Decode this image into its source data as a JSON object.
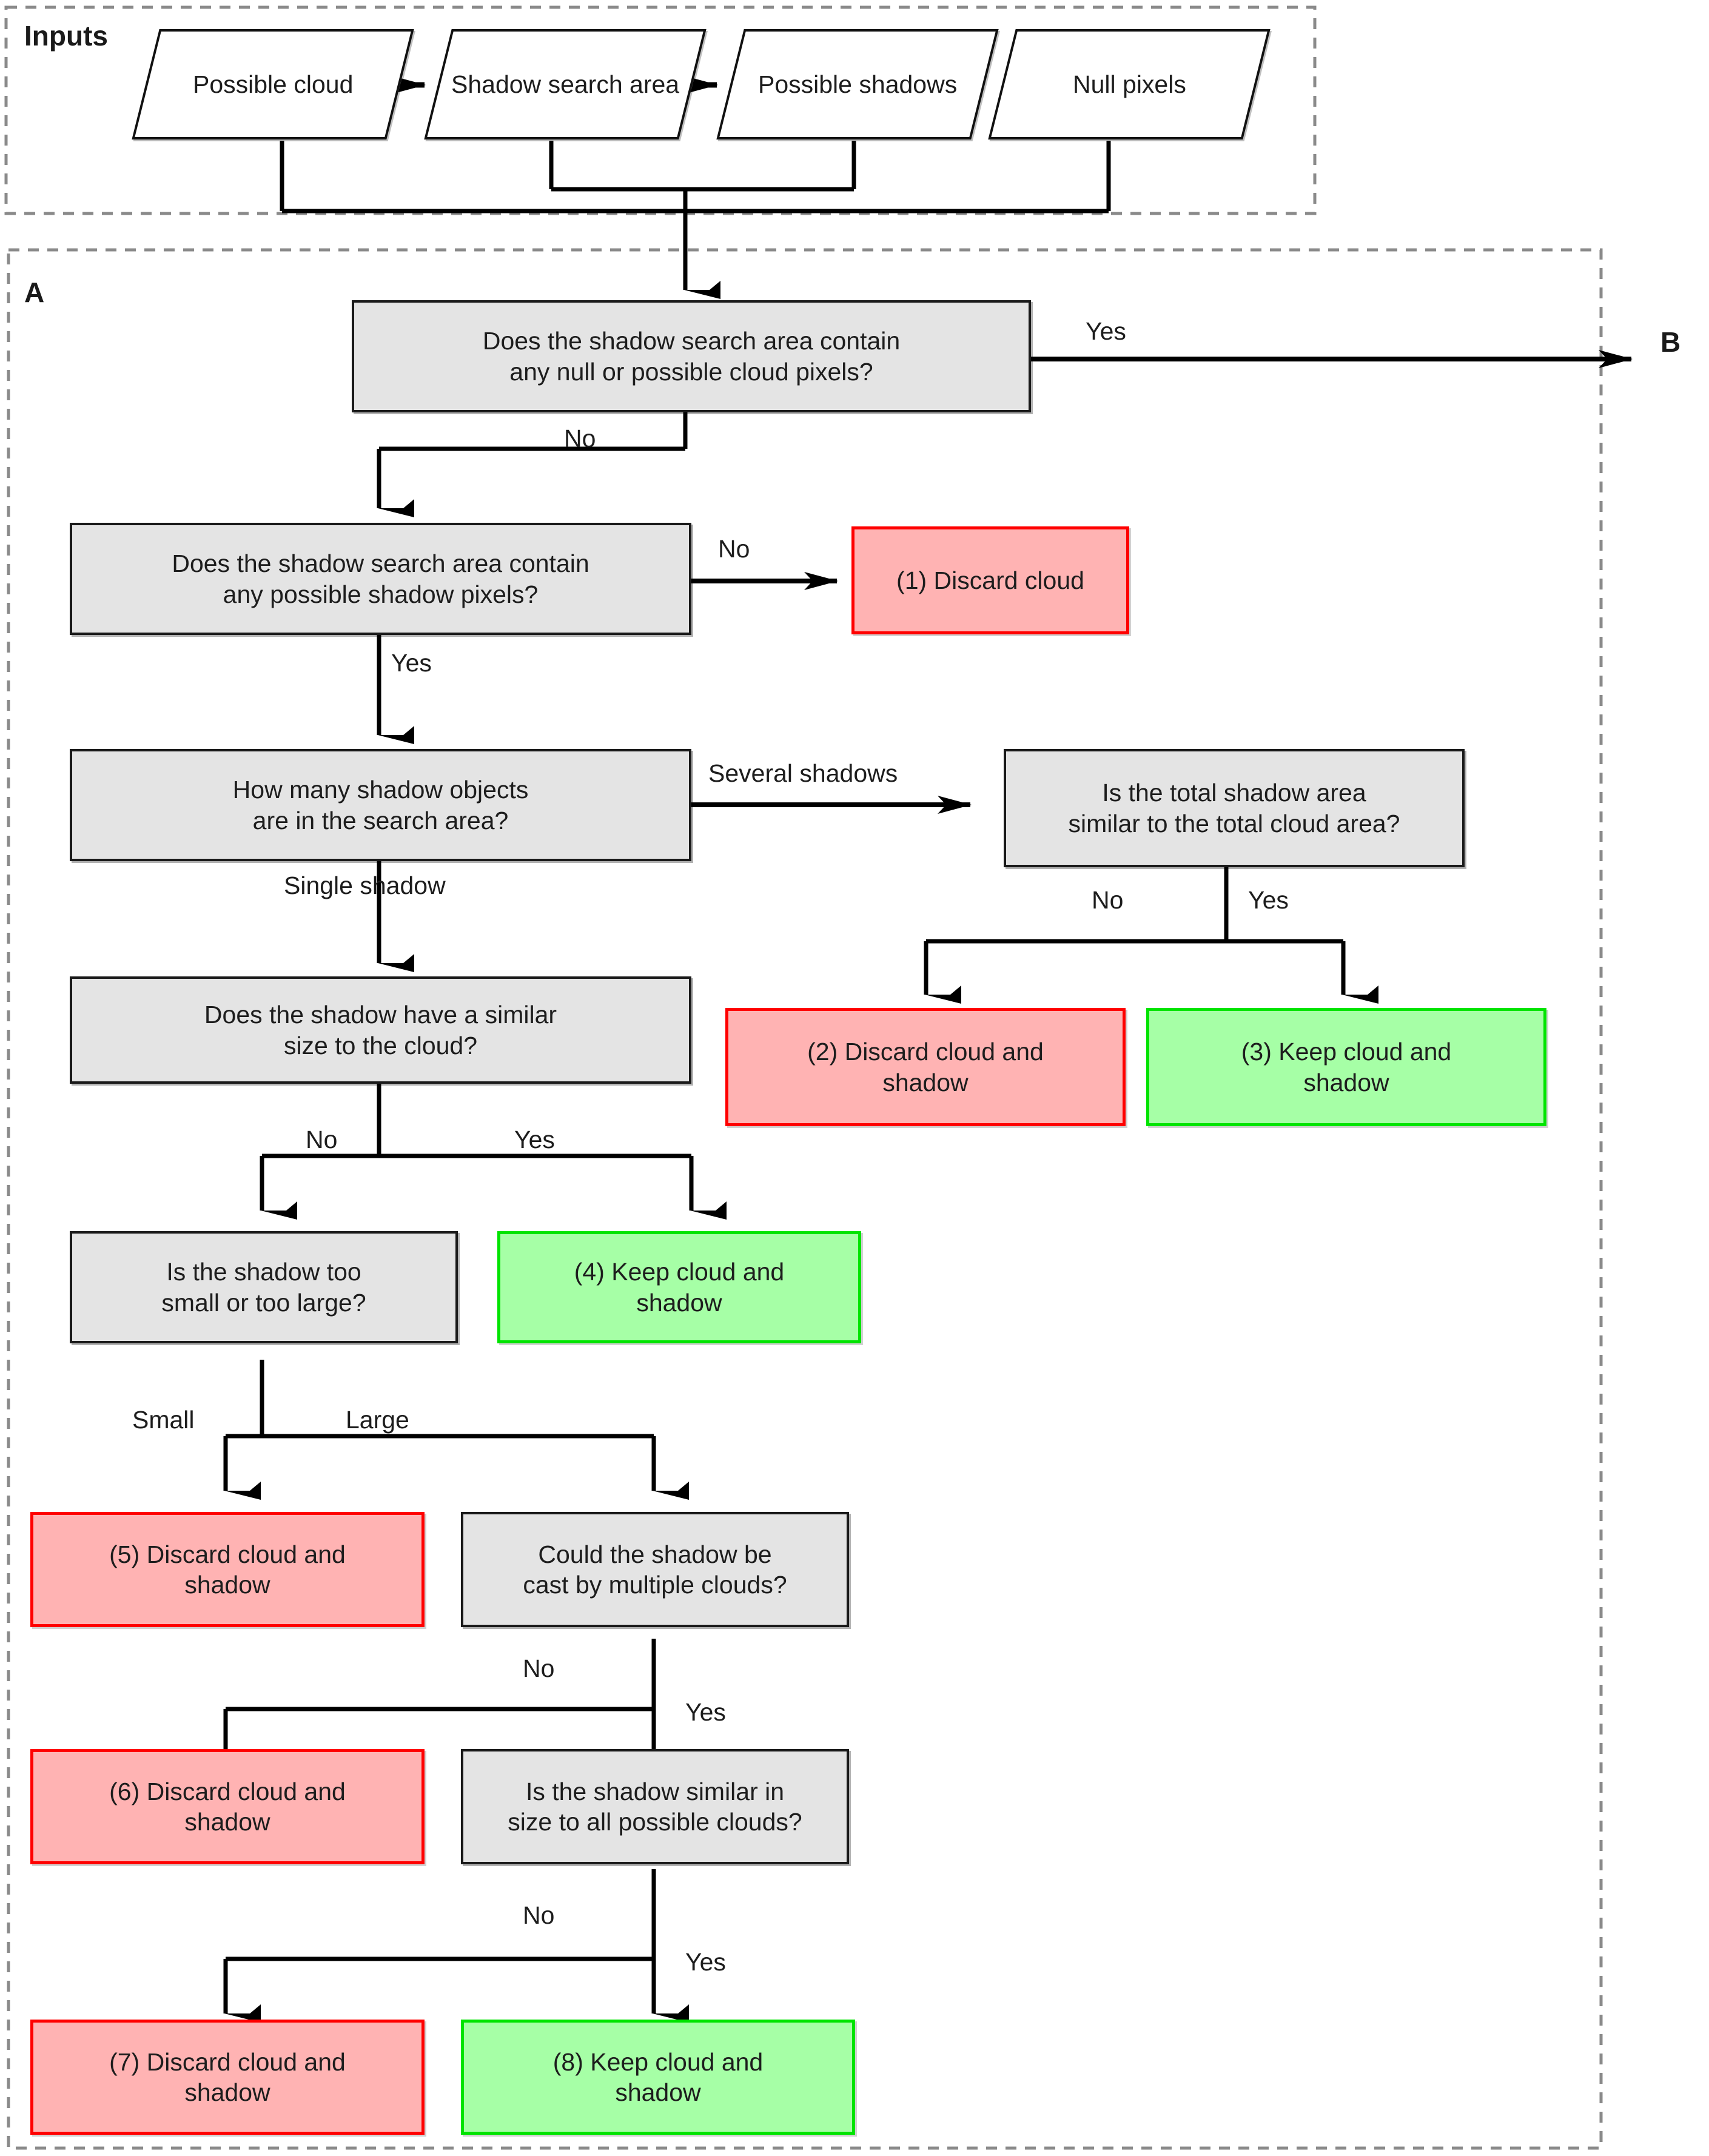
{
  "groups": {
    "inputs": {
      "label": "Inputs"
    },
    "a": {
      "label": "A"
    },
    "b": {
      "label": "B"
    }
  },
  "colors": {
    "decision_fill": "#e4e4e4",
    "decision_border": "#1a1a1a",
    "discard_fill": "#ffb3b3",
    "discard_border": "#ff0000",
    "keep_fill": "#a6ffa6",
    "keep_border": "#00e400",
    "group_border": "#8a8a8a",
    "connector": "#000000"
  },
  "inputs": [
    {
      "id": "possible-cloud",
      "line1": "Possible",
      "line2": "cloud"
    },
    {
      "id": "shadow-search-area",
      "line1": "Shadow",
      "line2": "search area"
    },
    {
      "id": "possible-shadows",
      "line1": "Possible",
      "line2": "shadows"
    },
    {
      "id": "null-pixels",
      "line1": "Null pixels",
      "line2": ""
    }
  ],
  "nodes": {
    "d1": {
      "line1": "Does the shadow search area contain",
      "line2": "any null or possible cloud pixels?"
    },
    "d2": {
      "line1": "Does the shadow search area contain",
      "line2": "any possible shadow pixels?"
    },
    "d3": {
      "line1": "How many shadow objects",
      "line2": "are in the search area?"
    },
    "d4": {
      "line1": "Is the total shadow area",
      "line2": "similar to the total cloud area?"
    },
    "d5": {
      "line1": "Does the shadow have a similar",
      "line2": "size to the cloud?"
    },
    "d6": {
      "line1": "Is the shadow too",
      "line2": "small or too large?"
    },
    "d7": {
      "line1": "Could the shadow be",
      "line2": "cast by multiple clouds?"
    },
    "d8": {
      "line1": "Is the shadow similar in",
      "line2": "size to all possible clouds?"
    },
    "r1": {
      "line1": "(1) Discard cloud",
      "line2": ""
    },
    "r2": {
      "line1": "(2) Discard cloud and",
      "line2": "shadow"
    },
    "r3": {
      "line1": "(3) Keep cloud and",
      "line2": "shadow"
    },
    "r4": {
      "line1": "(4) Keep cloud and",
      "line2": "shadow"
    },
    "r5": {
      "line1": "(5) Discard cloud and",
      "line2": "shadow"
    },
    "r6": {
      "line1": "(6) Discard cloud and",
      "line2": "shadow"
    },
    "r7": {
      "line1": "(7) Discard cloud and",
      "line2": "shadow"
    },
    "r8": {
      "line1": "(8) Keep cloud and",
      "line2": "shadow"
    }
  },
  "edge_labels": {
    "d1_yes": "Yes",
    "d1_no": "No",
    "d2_no": "No",
    "d2_yes": "Yes",
    "d3_several": "Several shadows",
    "d3_single": "Single shadow",
    "d4_no": "No",
    "d4_yes": "Yes",
    "d5_no": "No",
    "d5_yes": "Yes",
    "d6_small": "Small",
    "d6_large": "Large",
    "d7_no": "No",
    "d7_yes": "Yes",
    "d8_no": "No",
    "d8_yes": "Yes"
  }
}
